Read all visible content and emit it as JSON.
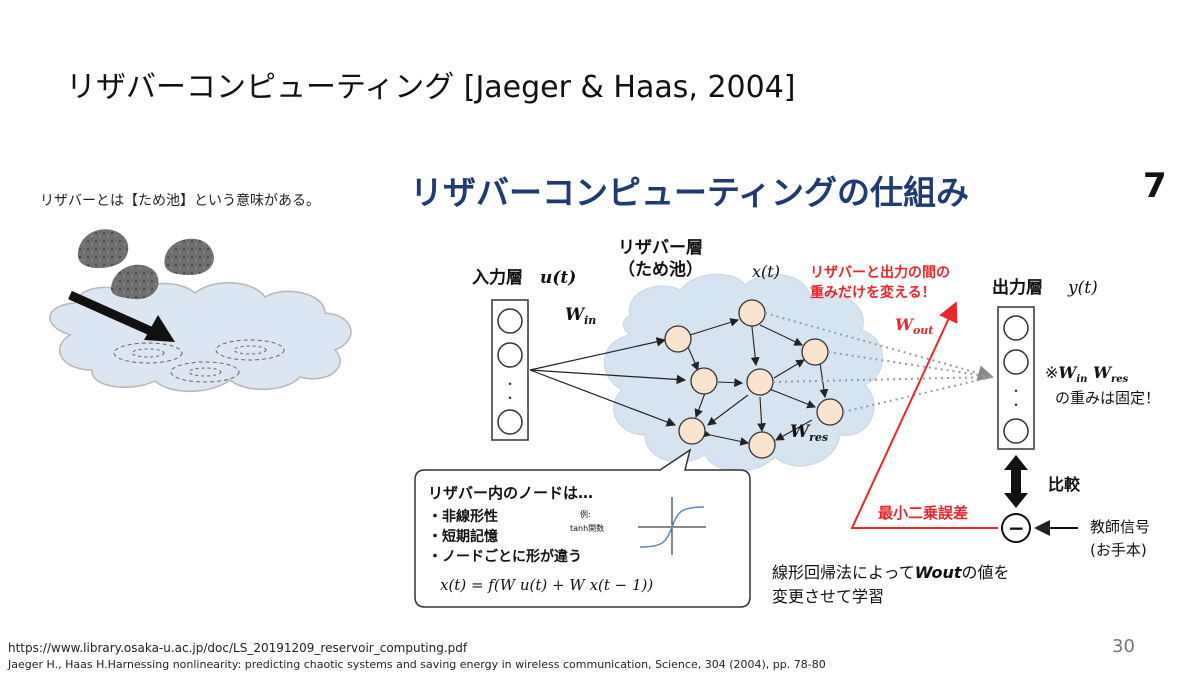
{
  "slide": {
    "title": "リザバーコンピューティング [Jaeger & Haas, 2004]",
    "page_number": "30",
    "references": [
      "https://www.library.osaka-u.ac.jp/doc/LS_20191209_reservoir_computing.pdf",
      "Jaeger H., Haas H.Harnessing nonlinearity: predicting chaotic systems and saving energy in wireless communication, Science, 304 (2004), pp. 78-80"
    ]
  },
  "left_panel": {
    "caption": "リザバーとは【ため池】という意味がある。"
  },
  "diagram": {
    "title": "リザバーコンピューティングの仕組み",
    "slide_badge": "7",
    "input_layer": {
      "label": "入力層",
      "var": "u(t)"
    },
    "reservoir": {
      "label_line1": "リザバー層",
      "label_line2": "（ため池）",
      "var": "x(t)"
    },
    "output_layer": {
      "label": "出力層",
      "var": "y(t)"
    },
    "w_in": "W",
    "w_in_sub": "in",
    "w_res": "W",
    "w_res_sub": "res",
    "w_out": "W",
    "w_out_sub": "out",
    "red_note_line1": "リザバーと出力の間の",
    "red_note_line2": "重みだけを変える！",
    "fixed_note_prefix": "※",
    "fixed_note_line2": "の重みは固定！",
    "compare_label": "比較",
    "least_squares_label": "最小二乗誤差",
    "minus_symbol": "−",
    "teacher_line1": "教師信号",
    "teacher_line2": "(お手本)",
    "regression_line1a": "線形回帰法によって",
    "regression_bold": "Wout",
    "regression_line1b": "の値を",
    "regression_line2": "変更させて学習",
    "callout": {
      "heading": "リザバー内のノードは…",
      "bullets": [
        "・非線形性",
        "・短期記憶",
        "・ノードごとに形が違う"
      ],
      "example_line1": "例:",
      "example_line2": "tanh関数",
      "formula": "x(t) = f(W u(t) + W x(t − 1))"
    },
    "vertical_dots": "・"
  }
}
